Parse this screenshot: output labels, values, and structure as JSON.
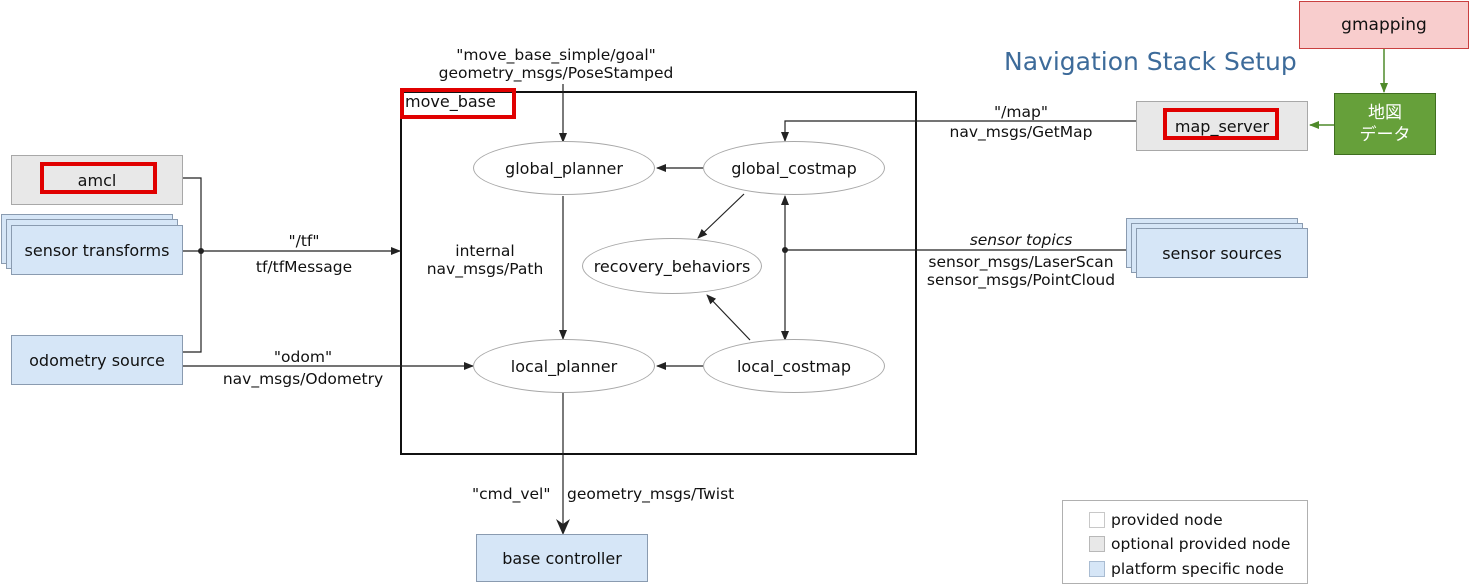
{
  "title": "Navigation Stack Setup",
  "nodes": {
    "gmapping": "gmapping",
    "map_data": "地図\nデータ",
    "map_server": "map_server",
    "amcl": "amcl",
    "sensor_transforms": "sensor transforms",
    "odometry_source": "odometry source",
    "sensor_sources": "sensor sources",
    "base_controller": "base controller",
    "move_base": "move_base",
    "global_planner": "global_planner",
    "global_costmap": "global_costmap",
    "recovery_behaviors": "recovery_behaviors",
    "local_planner": "local_planner",
    "local_costmap": "local_costmap"
  },
  "edges": {
    "goal_topic": "\"move_base_simple/goal\"",
    "goal_type": "geometry_msgs/PoseStamped",
    "map_topic": "\"/map\"",
    "map_type": "nav_msgs/GetMap",
    "tf_topic": "\"/tf\"",
    "tf_type": "tf/tfMessage",
    "odom_topic": "\"odom\"",
    "odom_type": "nav_msgs/Odometry",
    "internal": "internal",
    "internal_type": "nav_msgs/Path",
    "sensor_topics": "sensor topics",
    "laser_type": "sensor_msgs/LaserScan",
    "cloud_type": "sensor_msgs/PointCloud",
    "cmd_vel_topic": "\"cmd_vel\"",
    "cmd_vel_type": "geometry_msgs/Twist"
  },
  "legend": {
    "provided": "provided node",
    "optional": "optional provided node",
    "platform": "platform specific node"
  },
  "colors": {
    "optional_node": "#e8e8e8",
    "platform_node": "#d6e6f7",
    "highlight": "#e00000",
    "gmapping_fill": "#f8cdcd",
    "map_data_fill": "#66a03a",
    "title": "#3d6b9a"
  }
}
